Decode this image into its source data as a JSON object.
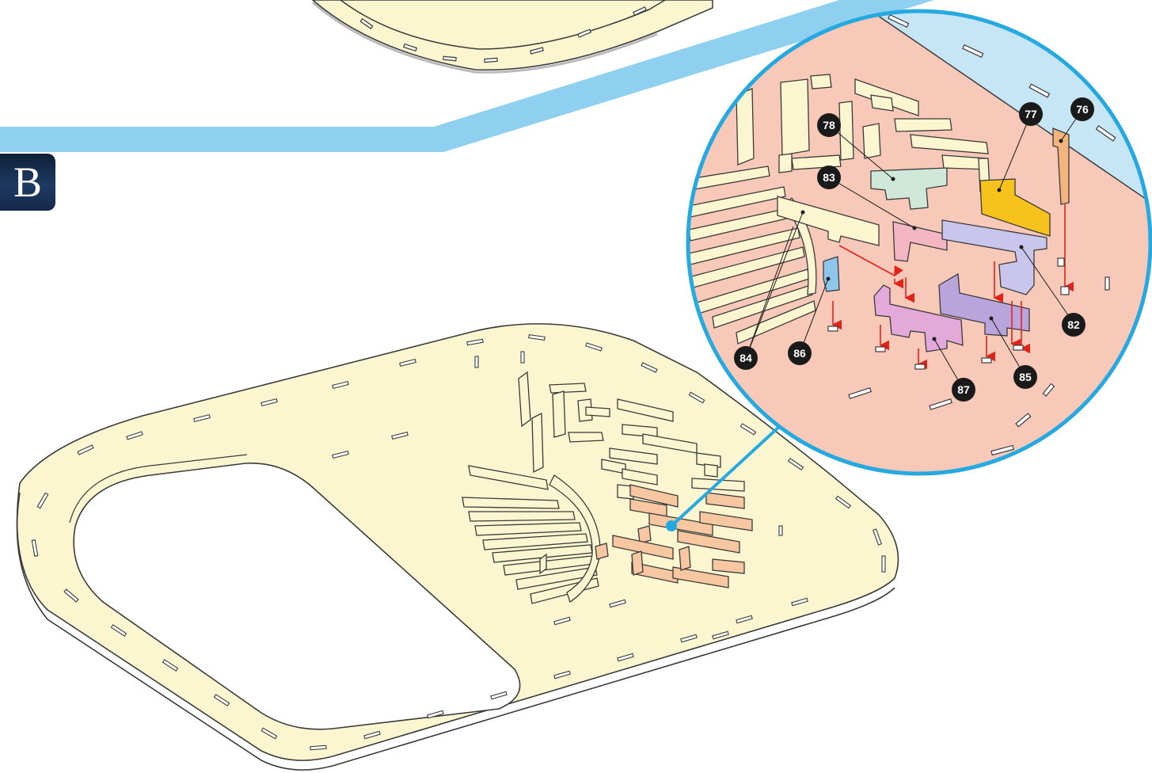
{
  "step_label": "B",
  "colors": {
    "board_fill": "#fbf6cf",
    "board_stroke": "#3a3a3a",
    "zoom_background": "#f8c9b8",
    "zoom_ring": "#26a9e0",
    "water_blue": "#c6e5f5",
    "leader_band": "#8fd0f0",
    "arrow_red": "#e2231a",
    "badge_bg": "#1a3358"
  },
  "callouts": [
    {
      "id": "76",
      "label": "76",
      "part_color": "#f2b37d"
    },
    {
      "id": "77",
      "label": "77",
      "part_color": "#f6c21b"
    },
    {
      "id": "78",
      "label": "78",
      "part_color": "#cfe8d9"
    },
    {
      "id": "82",
      "label": "82",
      "part_color": "#c9c5ec"
    },
    {
      "id": "83",
      "label": "83",
      "part_color": "#f4b6c2"
    },
    {
      "id": "84",
      "label": "84",
      "part_color": "#fbf6cf"
    },
    {
      "id": "85",
      "label": "85",
      "part_color": "#b9a5dc"
    },
    {
      "id": "86",
      "label": "86",
      "part_color": "#8fc7ec"
    },
    {
      "id": "87",
      "label": "87",
      "part_color": "#e2a9d9"
    }
  ]
}
